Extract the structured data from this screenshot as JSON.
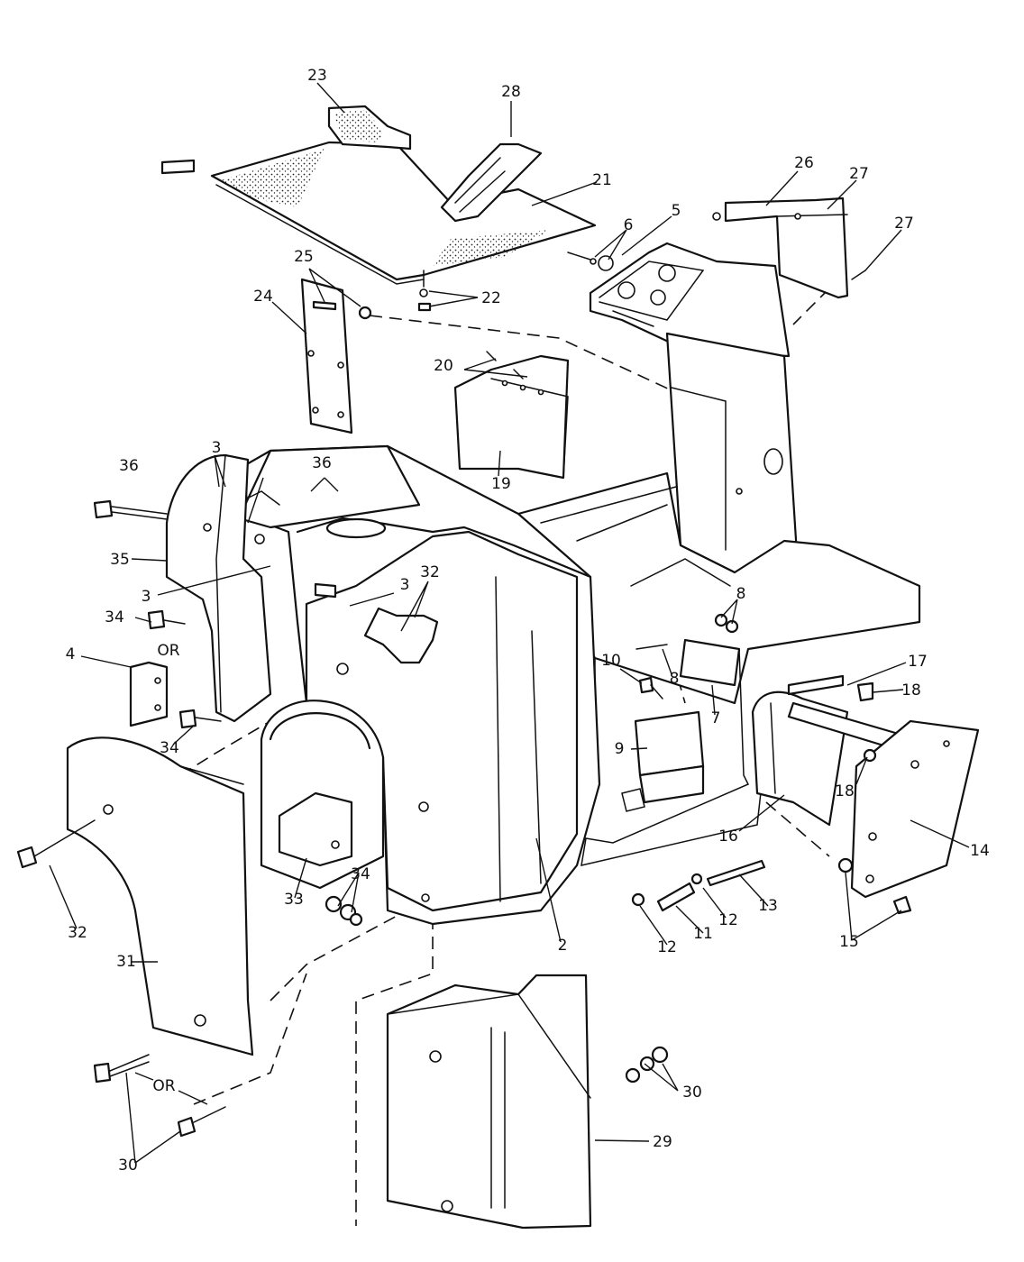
{
  "callouts": [
    {
      "id": "c23",
      "text": "23"
    },
    {
      "id": "c28",
      "text": "28"
    },
    {
      "id": "c21",
      "text": "21"
    },
    {
      "id": "c26",
      "text": "26"
    },
    {
      "id": "c27a",
      "text": "27"
    },
    {
      "id": "c27b",
      "text": "27"
    },
    {
      "id": "c5",
      "text": "5"
    },
    {
      "id": "c6",
      "text": "6"
    },
    {
      "id": "c22",
      "text": "22"
    },
    {
      "id": "c25",
      "text": "25"
    },
    {
      "id": "c24",
      "text": "24"
    },
    {
      "id": "c20",
      "text": "20"
    },
    {
      "id": "c19",
      "text": "19"
    },
    {
      "id": "c3a",
      "text": "3"
    },
    {
      "id": "c36a",
      "text": "36"
    },
    {
      "id": "c36b",
      "text": "36"
    },
    {
      "id": "c35",
      "text": "35"
    },
    {
      "id": "c3b",
      "text": "3"
    },
    {
      "id": "c3c",
      "text": "3"
    },
    {
      "id": "c32a",
      "text": "32"
    },
    {
      "id": "c34a",
      "text": "34"
    },
    {
      "id": "c-or-a",
      "text": "OR"
    },
    {
      "id": "c4",
      "text": "4"
    },
    {
      "id": "c34b",
      "text": "34"
    },
    {
      "id": "c8a",
      "text": "8"
    },
    {
      "id": "c8b",
      "text": "8"
    },
    {
      "id": "c10",
      "text": "10"
    },
    {
      "id": "c7",
      "text": "7"
    },
    {
      "id": "c17",
      "text": "17"
    },
    {
      "id": "c18a",
      "text": "18"
    },
    {
      "id": "c18b",
      "text": "18"
    },
    {
      "id": "c9",
      "text": "9"
    },
    {
      "id": "c16",
      "text": "16"
    },
    {
      "id": "c14",
      "text": "14"
    },
    {
      "id": "c13",
      "text": "13"
    },
    {
      "id": "c12a",
      "text": "12"
    },
    {
      "id": "c11",
      "text": "11"
    },
    {
      "id": "c12b",
      "text": "12"
    },
    {
      "id": "c15",
      "text": "15"
    },
    {
      "id": "c2",
      "text": "2"
    },
    {
      "id": "c33",
      "text": "33"
    },
    {
      "id": "c34c",
      "text": "34"
    },
    {
      "id": "c32b",
      "text": "32"
    },
    {
      "id": "c31",
      "text": "31"
    },
    {
      "id": "c-or-b",
      "text": "OR"
    },
    {
      "id": "c30a",
      "text": "30"
    },
    {
      "id": "c30b",
      "text": "30"
    },
    {
      "id": "c29",
      "text": "29"
    }
  ]
}
